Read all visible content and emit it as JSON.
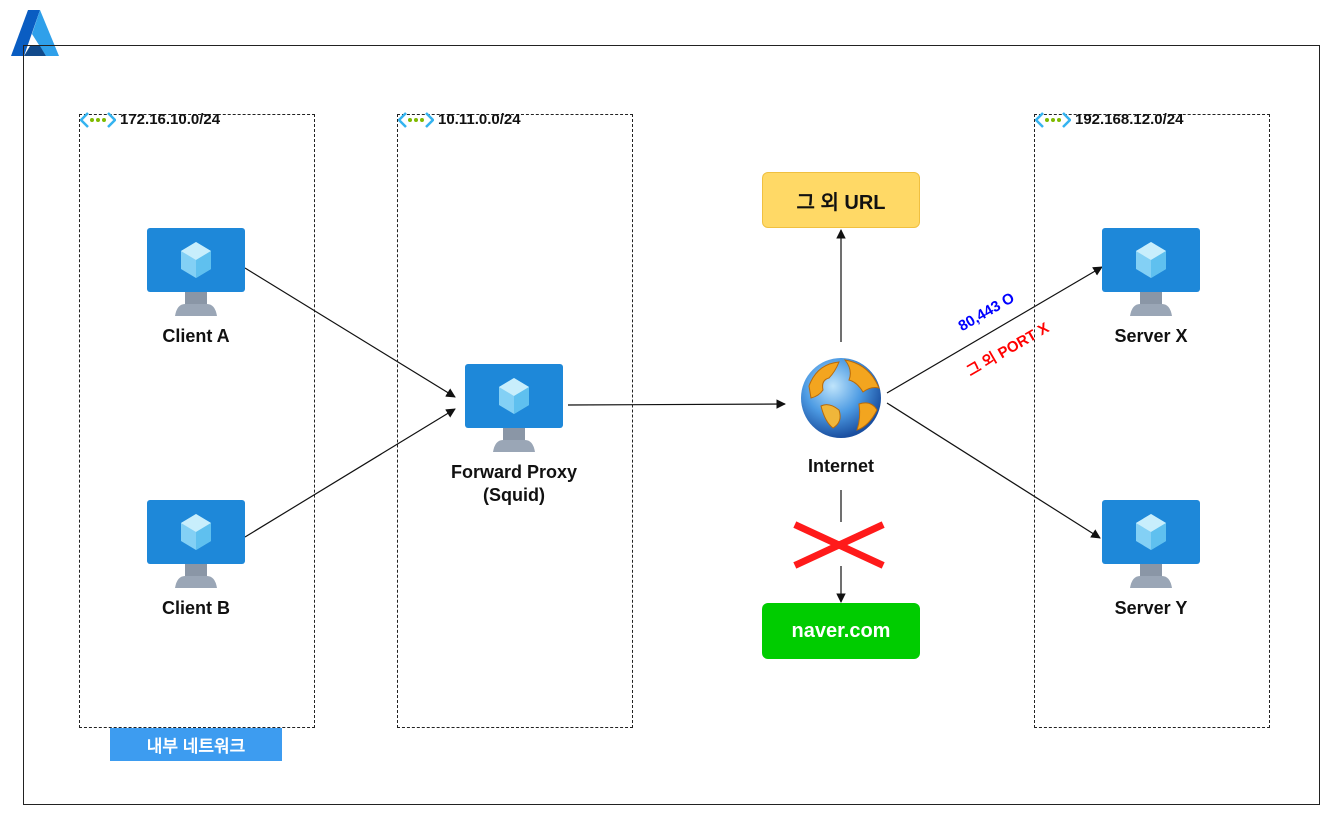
{
  "logo": {
    "icon": "azure-logo-icon",
    "colors": [
      "#0a5dc2",
      "#2fa0ea",
      "#114a8b"
    ]
  },
  "zones": [
    {
      "id": "internal",
      "cidr": "172.16.10.0/24",
      "icon": "vnet-icon"
    },
    {
      "id": "proxy",
      "cidr": "10.11.0.0/24",
      "icon": "vnet-icon"
    },
    {
      "id": "servers",
      "cidr": "192.168.12.0/24",
      "icon": "vnet-icon"
    }
  ],
  "nodes": {
    "client_a": {
      "label": "Client A",
      "icon": "virtual-machine-icon"
    },
    "client_b": {
      "label": "Client B",
      "icon": "virtual-machine-icon"
    },
    "proxy": {
      "label": "Forward Proxy\n(Squid)",
      "icon": "virtual-machine-icon"
    },
    "internet": {
      "label": "Internet",
      "icon": "globe-icon"
    },
    "server_x": {
      "label": "Server X",
      "icon": "virtual-machine-icon"
    },
    "server_y": {
      "label": "Server Y",
      "icon": "virtual-machine-icon"
    }
  },
  "boxes": {
    "other_url": {
      "label": "그 외 URL",
      "bg": "#ffd966",
      "fg": "#111111"
    },
    "naver": {
      "label": "naver.com",
      "bg": "#00cc00",
      "fg": "#ffffff"
    }
  },
  "edge_labels": {
    "allowed_ports": {
      "text": "80,443 O",
      "color": "#0000ff"
    },
    "other_ports": {
      "text": "그 외 PORT X",
      "color": "#ff0000"
    }
  },
  "blocked_mark": {
    "icon": "red-x-icon",
    "color": "#ff0000"
  },
  "internal_network_tag": {
    "label": "내부 네트워크",
    "color": "#3d9cf0"
  }
}
